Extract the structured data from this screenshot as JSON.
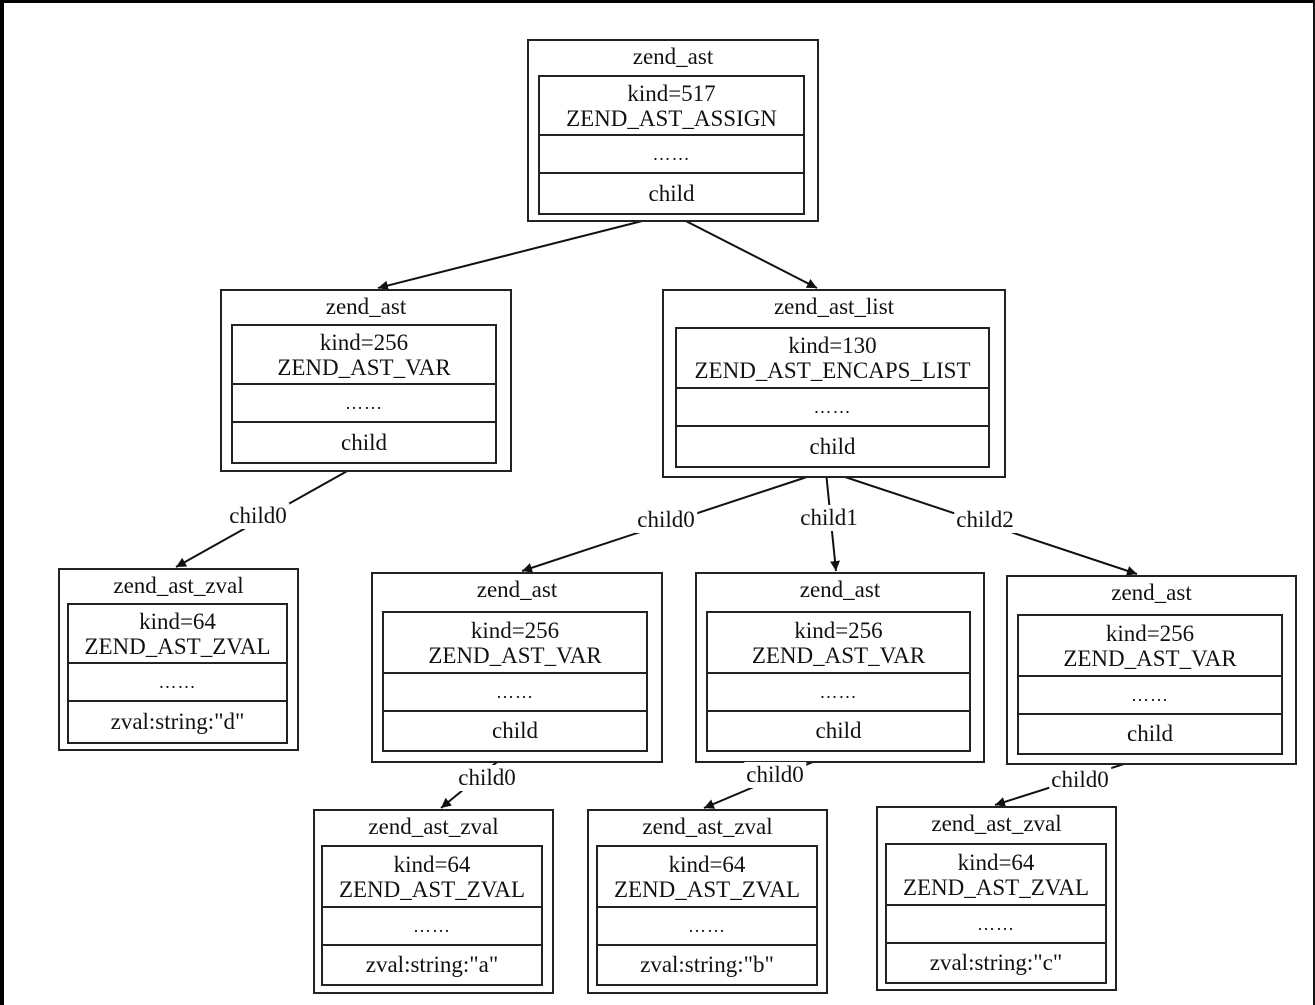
{
  "nodes": [
    {
      "id": "root",
      "type": "zend_ast",
      "kind": "kind=517",
      "name": "ZEND_AST_ASSIGN",
      "dots": "……",
      "field": "child"
    },
    {
      "id": "var-d",
      "type": "zend_ast",
      "kind": "kind=256",
      "name": "ZEND_AST_VAR",
      "dots": "……",
      "field": "child"
    },
    {
      "id": "list",
      "type": "zend_ast_list",
      "kind": "kind=130",
      "name": "ZEND_AST_ENCAPS_LIST",
      "dots": "……",
      "field": "child"
    },
    {
      "id": "zval-d",
      "type": "zend_ast_zval",
      "kind": "kind=64",
      "name": "ZEND_AST_ZVAL",
      "dots": "……",
      "field": "zval:string:\"d\""
    },
    {
      "id": "var-a",
      "type": "zend_ast",
      "kind": "kind=256",
      "name": "ZEND_AST_VAR",
      "dots": "……",
      "field": "child"
    },
    {
      "id": "var-b",
      "type": "zend_ast",
      "kind": "kind=256",
      "name": "ZEND_AST_VAR",
      "dots": "……",
      "field": "child"
    },
    {
      "id": "var-c",
      "type": "zend_ast",
      "kind": "kind=256",
      "name": "ZEND_AST_VAR",
      "dots": "……",
      "field": "child"
    },
    {
      "id": "zval-a",
      "type": "zend_ast_zval",
      "kind": "kind=64",
      "name": "ZEND_AST_ZVAL",
      "dots": "……",
      "field": "zval:string:\"a\""
    },
    {
      "id": "zval-b",
      "type": "zend_ast_zval",
      "kind": "kind=64",
      "name": "ZEND_AST_ZVAL",
      "dots": "……",
      "field": "zval:string:\"b\""
    },
    {
      "id": "zval-c",
      "type": "zend_ast_zval",
      "kind": "kind=64",
      "name": "ZEND_AST_ZVAL",
      "dots": "……",
      "field": "zval:string:\"c\""
    }
  ],
  "edges": [
    {
      "from": "root",
      "to": "var-d",
      "label": ""
    },
    {
      "from": "root",
      "to": "list",
      "label": ""
    },
    {
      "from": "var-d",
      "to": "zval-d",
      "label": "child0"
    },
    {
      "from": "list",
      "to": "var-a",
      "label": "child0"
    },
    {
      "from": "list",
      "to": "var-b",
      "label": "child1"
    },
    {
      "from": "list",
      "to": "var-c",
      "label": "child2"
    },
    {
      "from": "var-a",
      "to": "zval-a",
      "label": "child0"
    },
    {
      "from": "var-b",
      "to": "zval-b",
      "label": "child0"
    },
    {
      "from": "var-c",
      "to": "zval-c",
      "label": "child0"
    }
  ]
}
